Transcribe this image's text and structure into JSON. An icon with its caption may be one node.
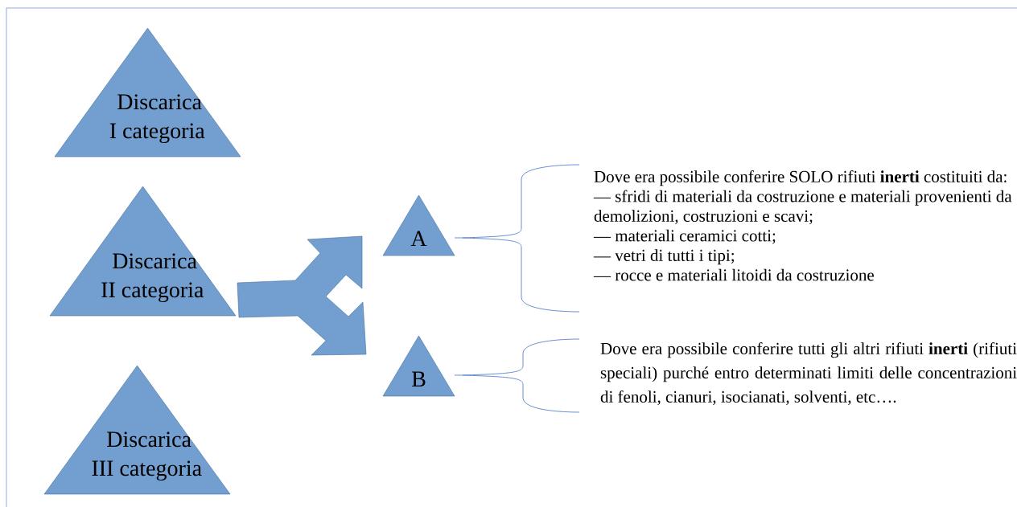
{
  "diagram": {
    "nodes": [
      {
        "text": [
          "Discarica I categoria"
        ]
      },
      {
        "text": [
          "Discarica II categoria"
        ]
      },
      {
        "text": [
          "Discarica III categoria"
        ]
      },
      {
        "text": [
          "A"
        ]
      },
      {
        "text": [
          "B"
        ]
      },
      {
        "text": [
          "Dove era possibile conferire SOLO rifiuti **inerti** costituiti da:",
          "— sfridi di materiali da costruzione e materiali provenienti da demolizioni, costruzioni e scavi;",
          "— materiali ceramici cotti;",
          "— vetri di tutti i tipi;",
          "— rocce e materiali litoidi da costruzione"
        ]
      },
      {
        "text": [
          "Dove era possibile conferire tutti gli altri rifiuti **inerti** (rifiuti speciali) purché entro determinati limiti delle concentrazioni di fenoli, cianuri, isocianati, solventi, etc…."
        ]
      }
    ],
    "edges": [
      {
        "from": 1,
        "to": 3,
        "arrow": "to",
        "style": "thick",
        "color": "#729fcf"
      },
      {
        "from": 1,
        "to": 4,
        "arrow": "to",
        "style": "thick",
        "color": "#729fcf"
      },
      {
        "from": 3,
        "to": 5,
        "arrow": "none"
      },
      {
        "from": 4,
        "to": 6,
        "arrow": "none"
      }
    ]
  }
}
